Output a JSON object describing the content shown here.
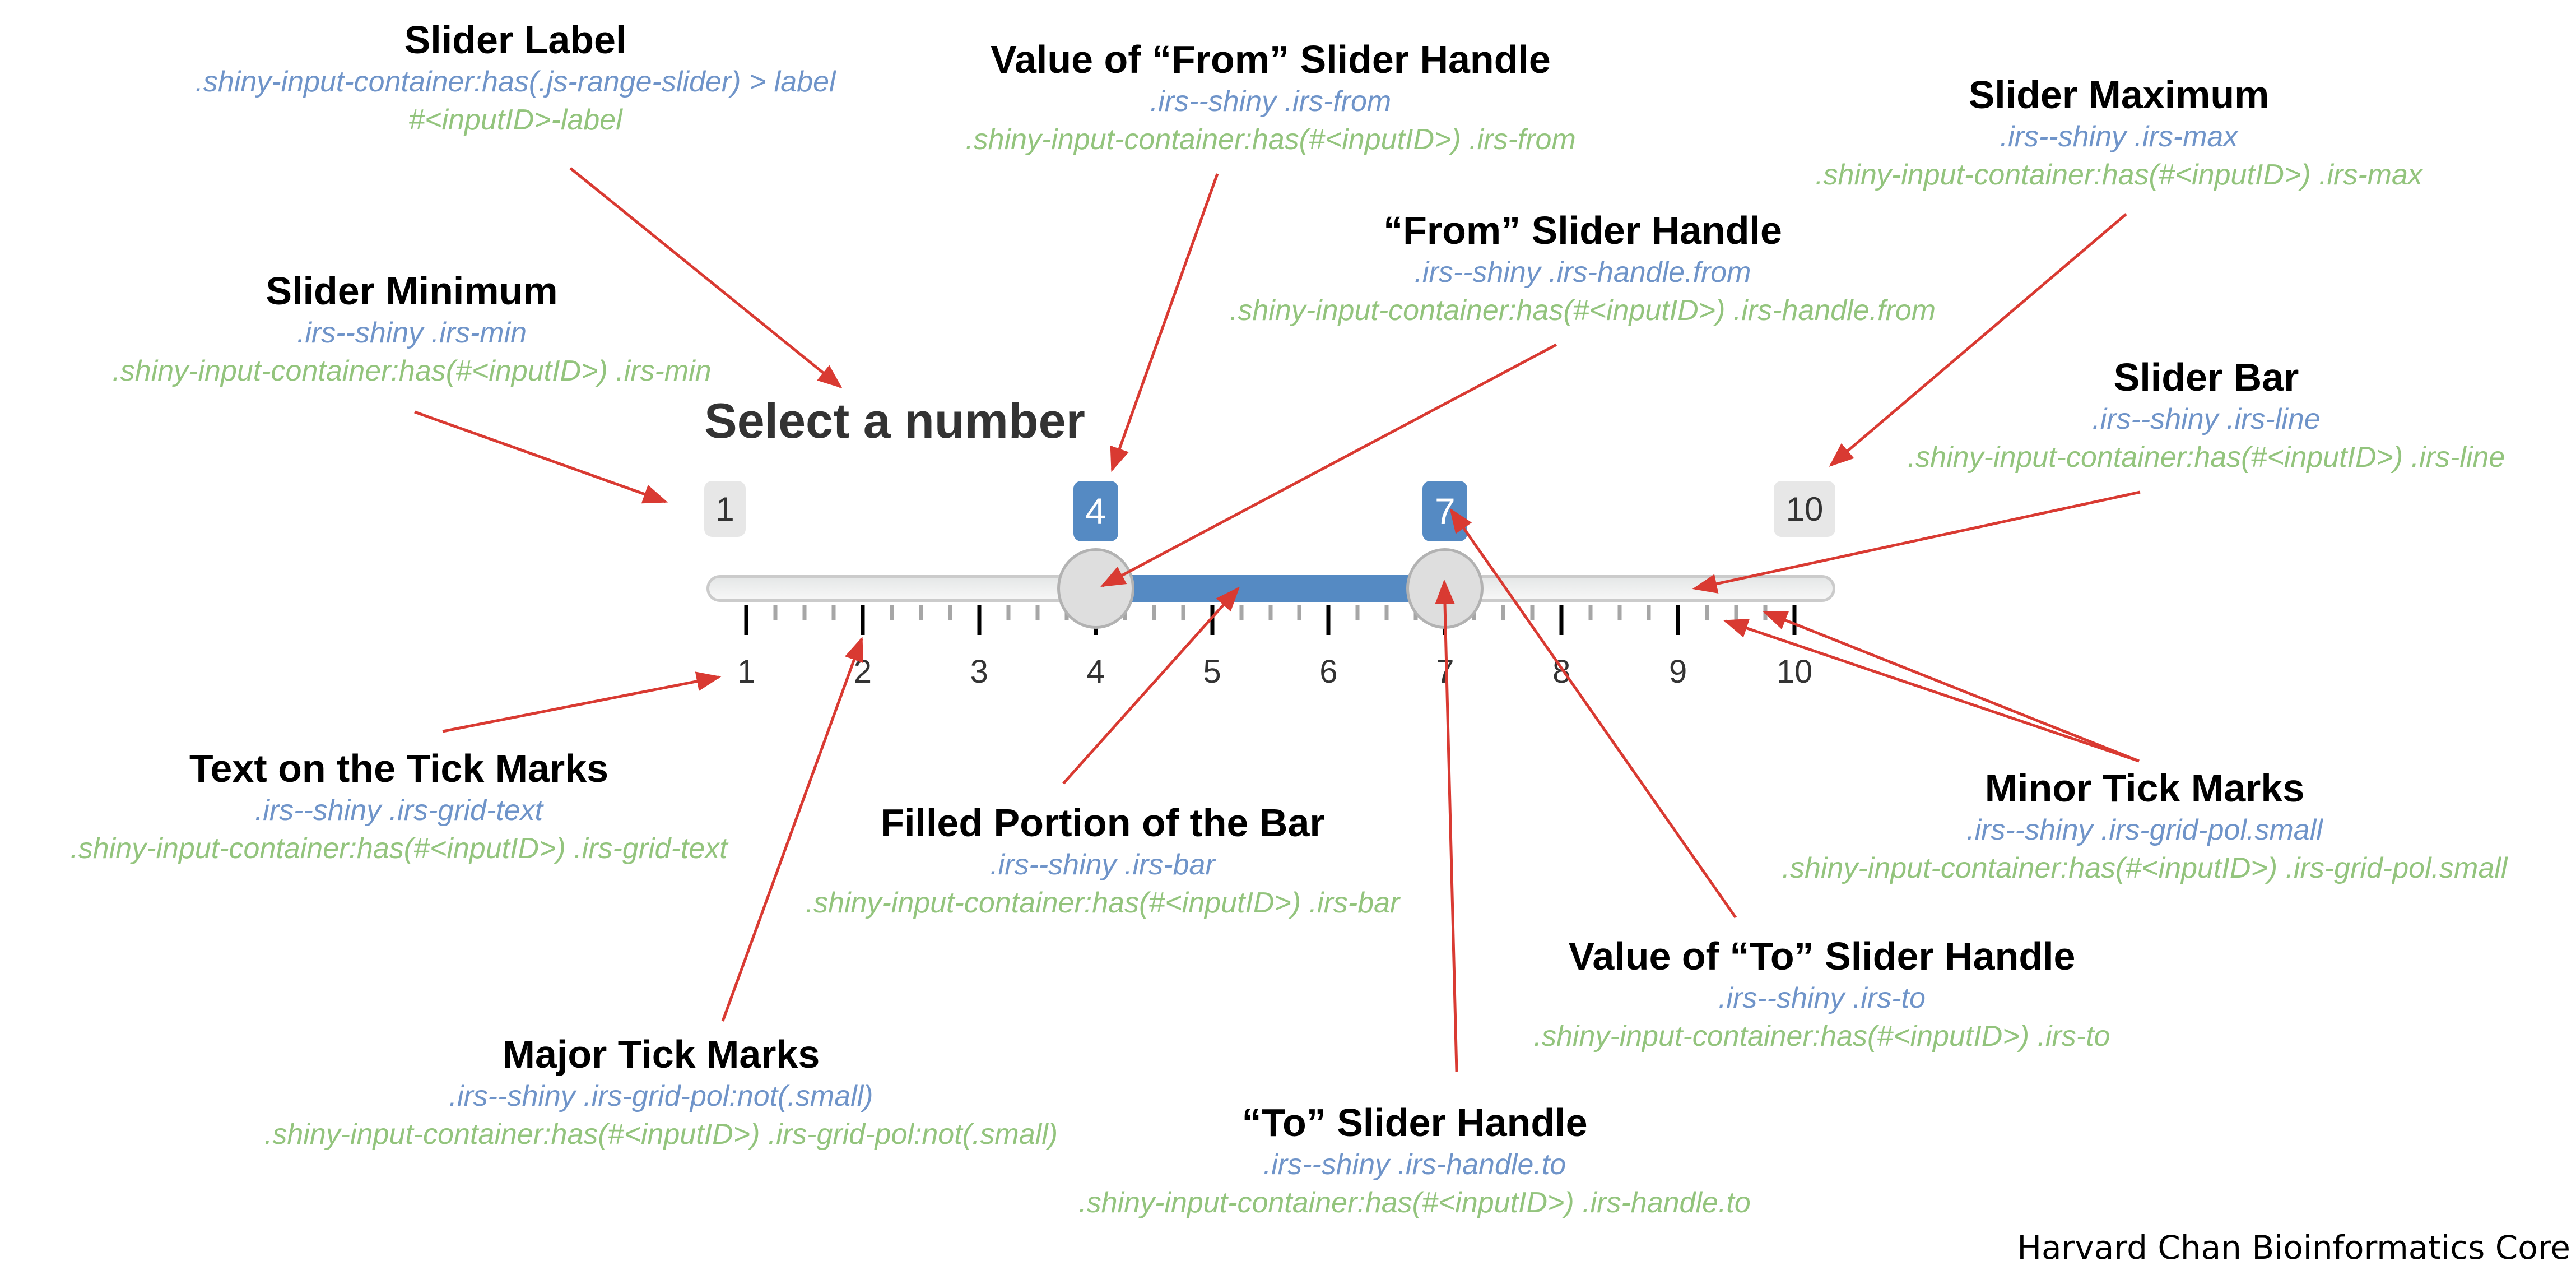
{
  "slider": {
    "label": "Select a number",
    "min": 1,
    "max": 10,
    "from": 4,
    "to": 7,
    "min_label": "1",
    "max_label": "10",
    "from_label": "4",
    "to_label": "7",
    "grid_labels": [
      "1",
      "2",
      "3",
      "4",
      "5",
      "6",
      "7",
      "8",
      "9",
      "10"
    ],
    "minor_per_major": 3,
    "bar_color": "#558ac3",
    "handle_color": "#dedede"
  },
  "colors": {
    "title": "#000000",
    "selector_blue": "#6f94c9",
    "selector_green": "#93c47d",
    "arrow": "#d93a32"
  },
  "callouts": {
    "slider_label": {
      "title": "Slider Label",
      "blue": ".shiny-input-container:has(.js-range-slider) > label",
      "green": "#<inputID>-label"
    },
    "slider_minimum": {
      "title": "Slider Minimum",
      "blue": ".irs--shiny .irs-min",
      "green": ".shiny-input-container:has(#<inputID>) .irs-min"
    },
    "from_value": {
      "title": "Value of “From” Slider Handle",
      "blue": ".irs--shiny .irs-from",
      "green": ".shiny-input-container:has(#<inputID>) .irs-from"
    },
    "from_handle": {
      "title": "“From” Slider Handle",
      "blue": ".irs--shiny .irs-handle.from",
      "green": ".shiny-input-container:has(#<inputID>) .irs-handle.from"
    },
    "slider_maximum": {
      "title": "Slider Maximum",
      "blue": ".irs--shiny .irs-max",
      "green": ".shiny-input-container:has(#<inputID>) .irs-max"
    },
    "slider_bar": {
      "title": "Slider Bar",
      "blue": ".irs--shiny .irs-line",
      "green": ".shiny-input-container:has(#<inputID>) .irs-line"
    },
    "grid_text": {
      "title": "Text on the Tick Marks",
      "blue": ".irs--shiny .irs-grid-text",
      "green": ".shiny-input-container:has(#<inputID>) .irs-grid-text"
    },
    "filled_bar": {
      "title": "Filled Portion of the Bar",
      "blue": ".irs--shiny .irs-bar",
      "green": ".shiny-input-container:has(#<inputID>) .irs-bar"
    },
    "minor_ticks": {
      "title": "Minor Tick Marks",
      "blue": ".irs--shiny .irs-grid-pol.small",
      "green": ".shiny-input-container:has(#<inputID>) .irs-grid-pol.small"
    },
    "to_value": {
      "title": "Value of “To” Slider Handle",
      "blue": ".irs--shiny .irs-to",
      "green": ".shiny-input-container:has(#<inputID>) .irs-to"
    },
    "major_ticks": {
      "title": "Major Tick Marks",
      "blue": ".irs--shiny .irs-grid-pol:not(.small)",
      "green": ".shiny-input-container:has(#<inputID>) .irs-grid-pol:not(.small)"
    },
    "to_handle": {
      "title": "“To” Slider Handle",
      "blue": ".irs--shiny .irs-handle.to",
      "green": ".shiny-input-container:has(#<inputID>) .irs-handle.to"
    }
  },
  "credit": "Harvard Chan Bioinformatics Core"
}
